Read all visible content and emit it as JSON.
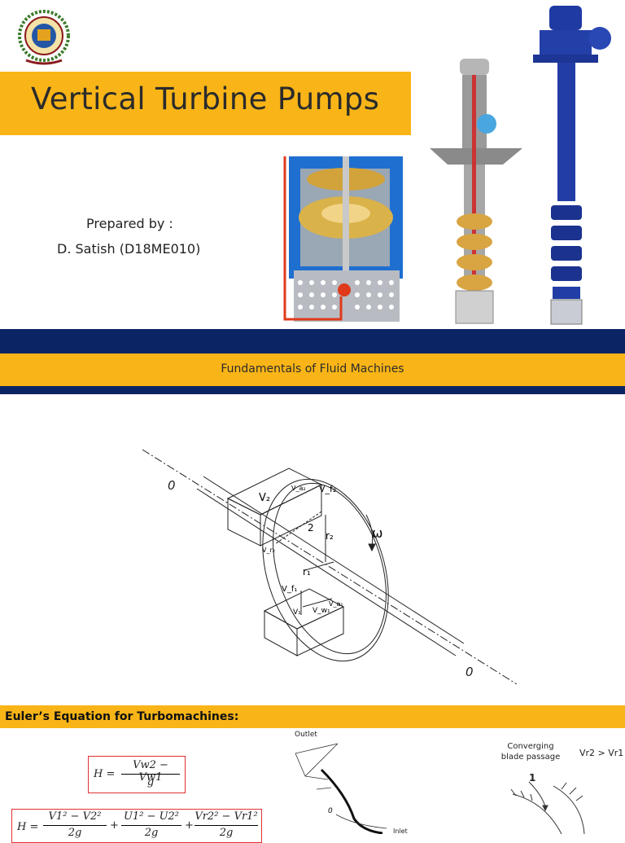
{
  "slide1": {
    "title": "Vertical Turbine Pumps",
    "prepared_label": "Prepared by :",
    "prepared_name": "D. Satish  (D18ME010)",
    "footer": "Fundamentals of Fluid Machines",
    "colors": {
      "accent": "#f9b517",
      "navy": "#0b2463"
    }
  },
  "slide2": {
    "labels": {
      "zero": "0",
      "two": "2",
      "omega": "ω",
      "v2": "V₂",
      "vf2": "V_f₂",
      "va2": "V_a₂",
      "vr2": "V_r₂",
      "r2": "r₂",
      "r1": "r₁",
      "vf1": "V_f₁",
      "v1": "V₁",
      "vw1": "V_w₁",
      "va1": "V_a₁"
    }
  },
  "slide3": {
    "section_title": "Euler’s Equation for Turbomachines:",
    "eq1": {
      "lhs": "H =",
      "num": "Vw2 − Vw1",
      "den": "g"
    },
    "eq2": {
      "lhs": "H =",
      "t1num": "V1² − V2²",
      "t1den": "2g",
      "t2num": "U1² − U2²",
      "t2den": "2g",
      "t3num": "Vr2² − Vr1²",
      "t3den": "2g"
    },
    "outlet": "Outlet",
    "inlet": "Inlet",
    "converging": "Converging blade passage",
    "vr_relation": "Vr2 > Vr1",
    "one": "1"
  }
}
